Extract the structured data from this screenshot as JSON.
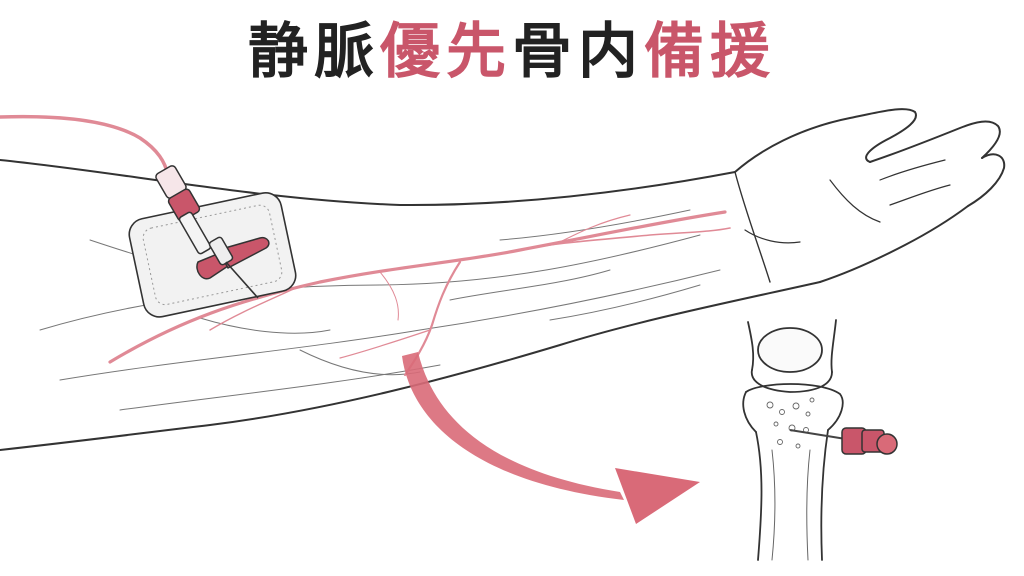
{
  "title": {
    "parts": [
      {
        "text": "静脈",
        "color": "#222222"
      },
      {
        "text": "優先",
        "color": "#c9566a"
      },
      {
        "text": "骨内",
        "color": "#222222"
      },
      {
        "text": "備援",
        "color": "#c9566a"
      }
    ]
  },
  "colors": {
    "line": "#333333",
    "vein": "#e08a96",
    "accent": "#c9566a",
    "arrow": "#d96a78",
    "dressing": "#eeeeee"
  },
  "icons": [
    "iv-catheter-icon",
    "intraosseous-needle-icon",
    "arrow-icon"
  ]
}
